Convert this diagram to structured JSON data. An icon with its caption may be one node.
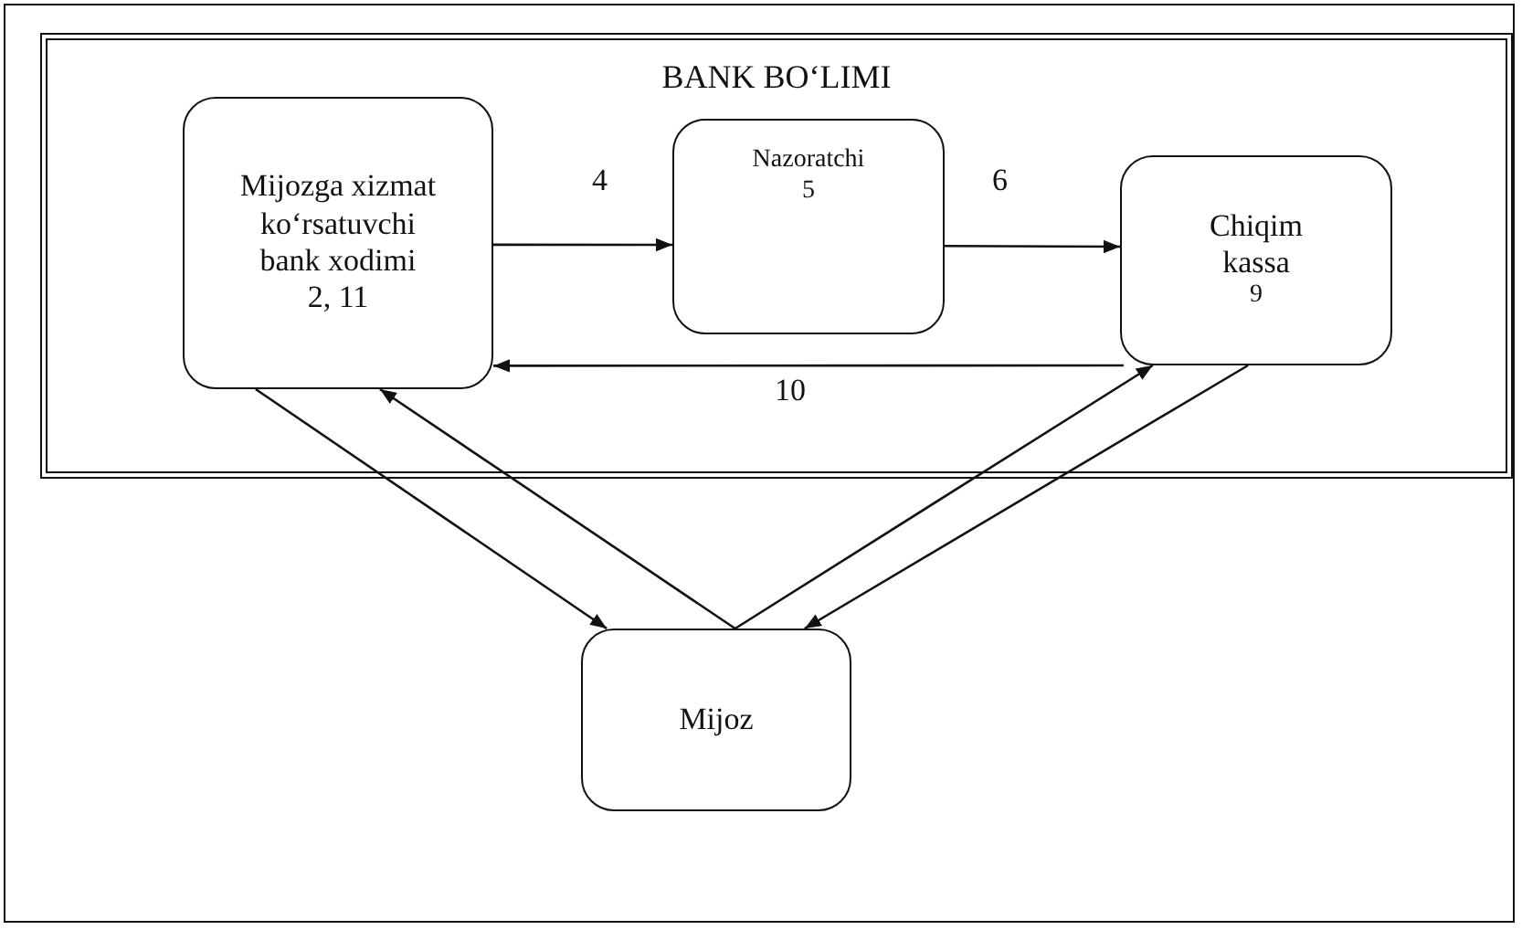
{
  "diagram": {
    "nodes": [
      {
        "text": [
          "BANK BO‘LIMI"
        ]
      },
      {
        "text": [
          "Mijozga xizmat ko‘rsatuvchi bank xodimi",
          "2, 11"
        ],
        "in": 0
      },
      {
        "text": [
          "Nazoratchi",
          "5"
        ],
        "in": 0
      },
      {
        "text": [
          "Chiqim kassa",
          "9"
        ],
        "in": 0
      },
      {
        "text": [
          "Mijoz"
        ]
      }
    ],
    "edges": [
      {
        "from": 1,
        "to": 2,
        "arrow": "to",
        "label": "4"
      },
      {
        "from": 2,
        "to": 3,
        "arrow": "to",
        "label": "6"
      },
      {
        "from": 3,
        "to": 1,
        "arrow": "to",
        "label": "10"
      },
      {
        "from": 1,
        "to": 4,
        "arrow": "to"
      },
      {
        "from": 4,
        "to": 1,
        "arrow": "to"
      },
      {
        "from": 4,
        "to": 3,
        "arrow": "to"
      },
      {
        "from": 3,
        "to": 4,
        "arrow": "to"
      }
    ]
  }
}
